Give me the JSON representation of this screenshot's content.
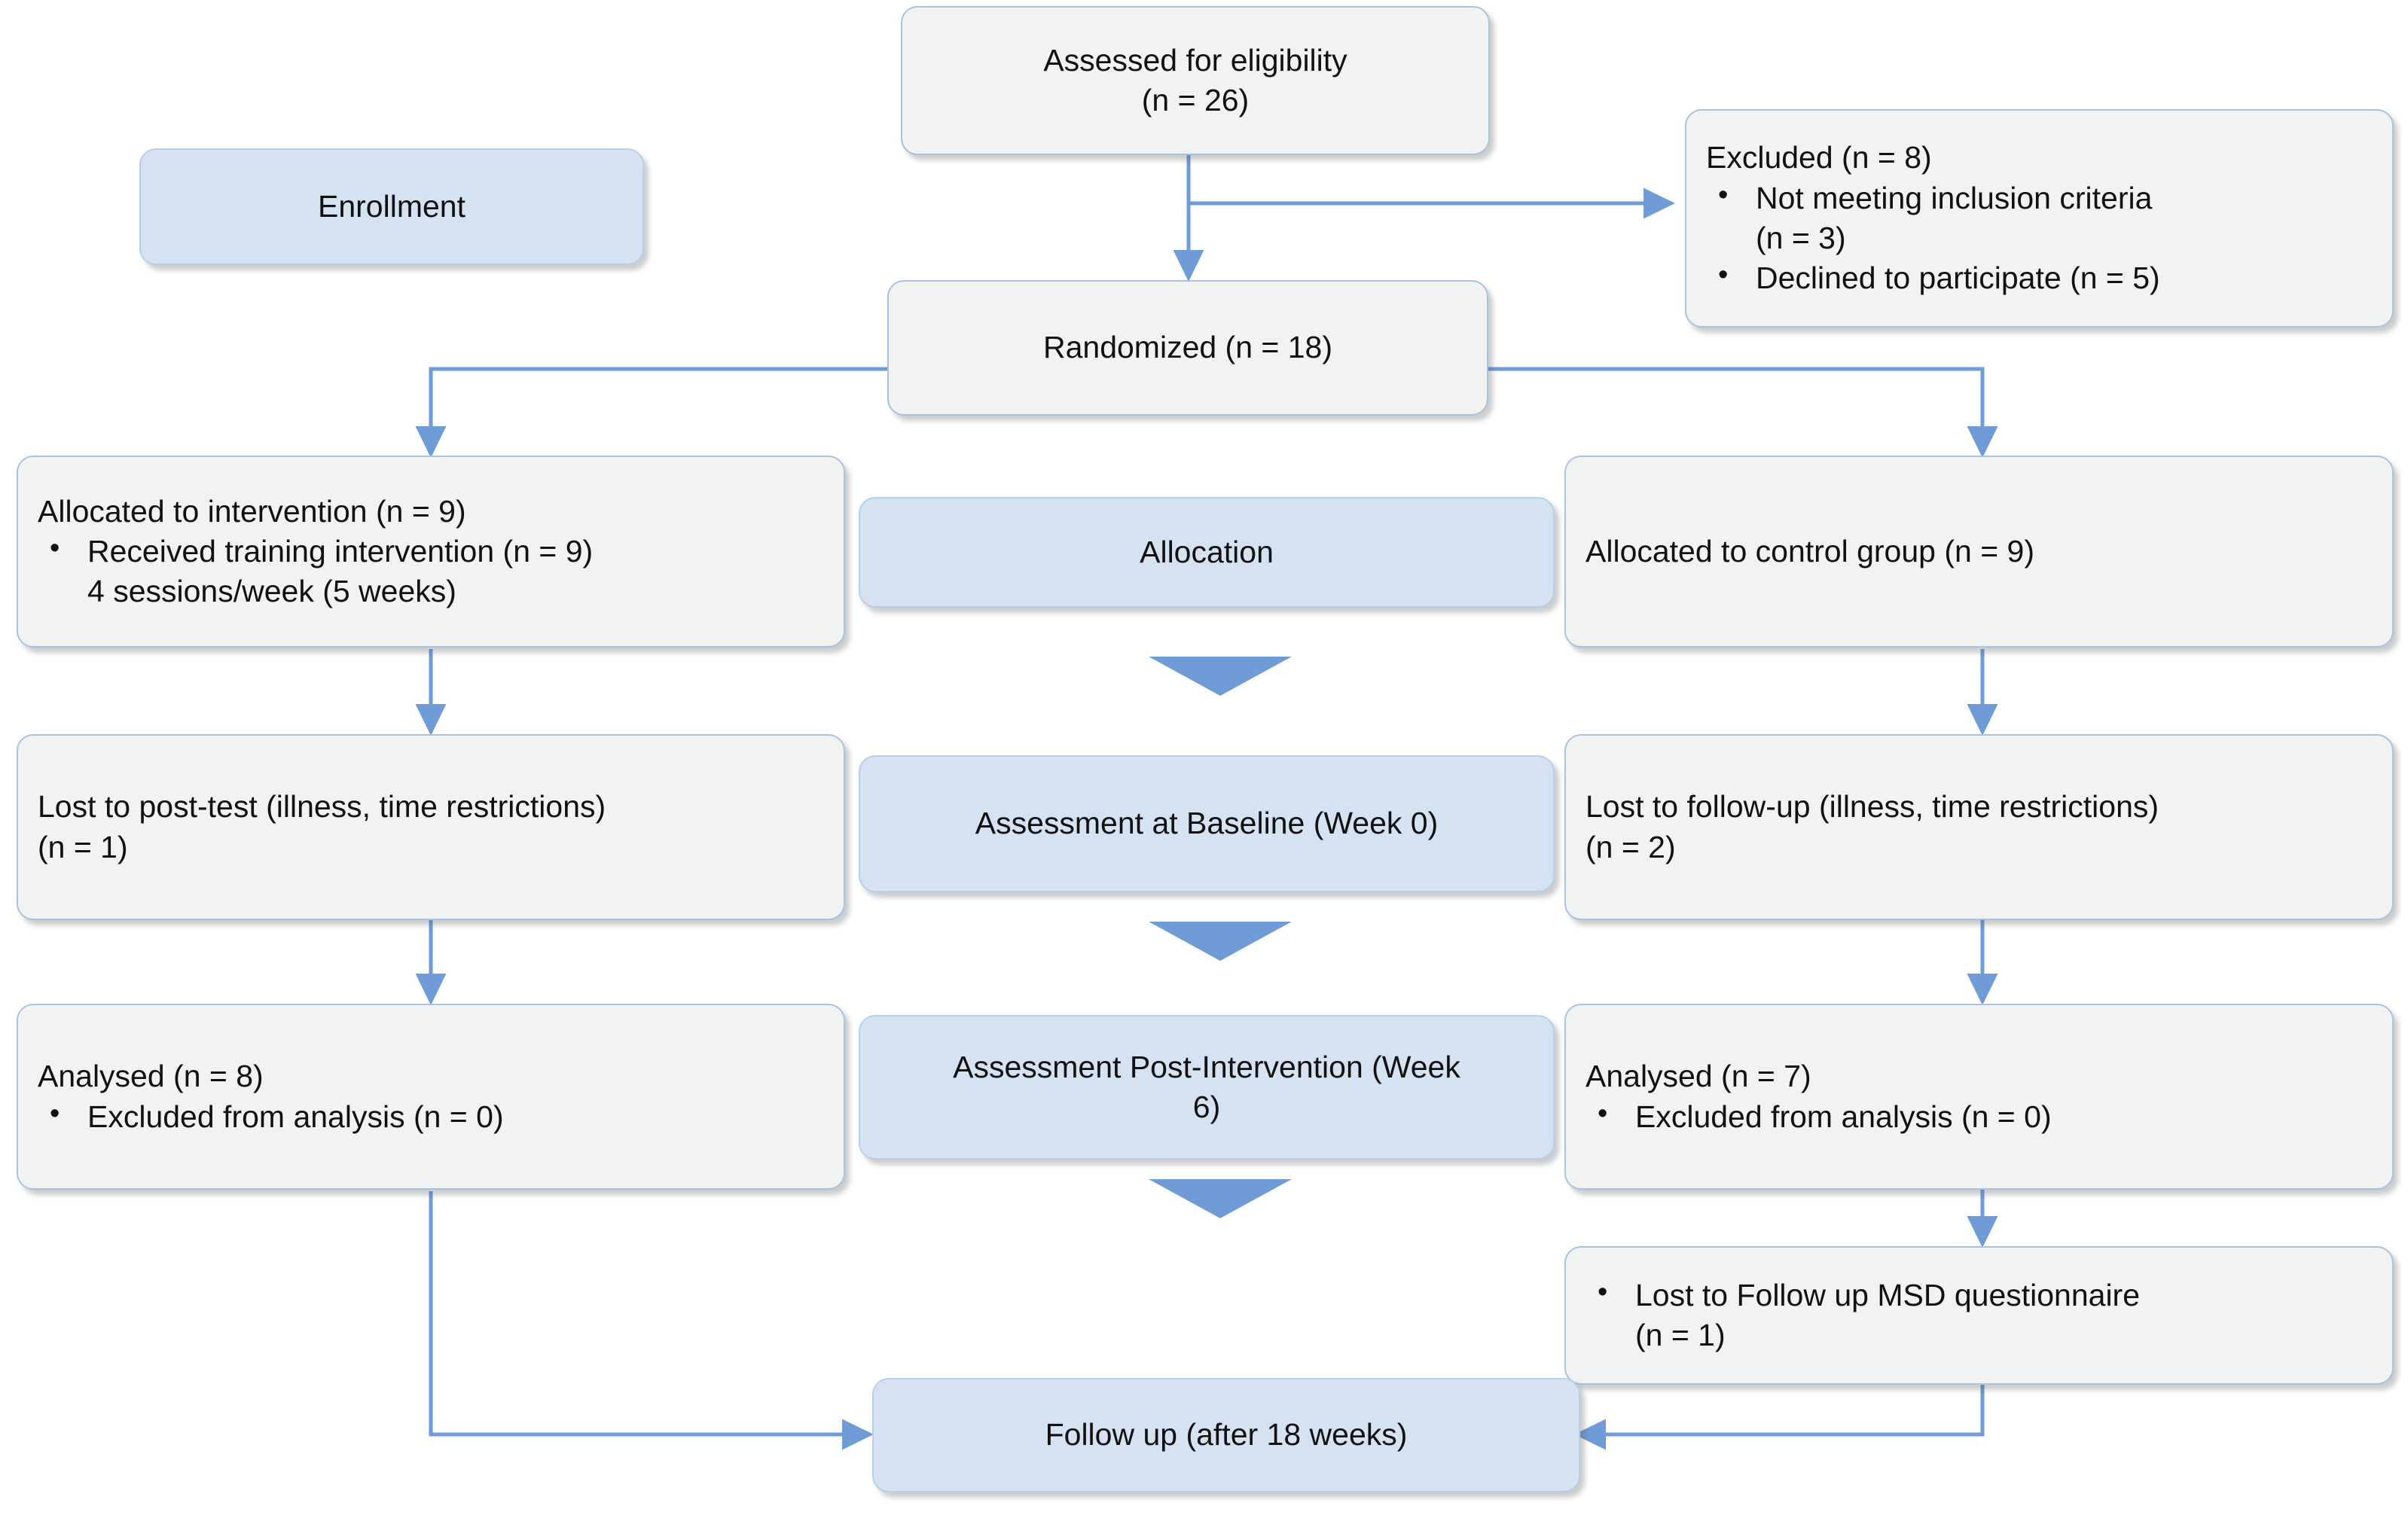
{
  "diagram": {
    "title": "CONSORT participant flow diagram",
    "colors": {
      "connector": "#6f9bd6",
      "stage_fill": "#d5e2f2",
      "node_fill": "#f1f2f2",
      "node_border": "#a8c3e2",
      "text": "#111111"
    }
  },
  "nodes": {
    "assessed": {
      "line1": "Assessed for eligibility",
      "line2": "(n = 26)"
    },
    "enrollment_stage": {
      "label": "Enrollment"
    },
    "excluded": {
      "heading": "Excluded (n = 8)",
      "bullets": [
        "Not meeting inclusion criteria",
        "Declined to participate (n = 5)"
      ],
      "bullet1_continuation": "(n = 3)"
    },
    "randomized": {
      "label": "Randomized (n = 18)"
    },
    "allocated_intervention": {
      "heading": "Allocated to intervention (n = 9)",
      "bullet": "Received training intervention (n = 9)",
      "bullet_continuation": "4 sessions/week (5 weeks)"
    },
    "allocation_stage": {
      "label": "Allocation"
    },
    "allocated_control": {
      "label": "Allocated to control group (n = 9)"
    },
    "lost_post_test": {
      "line1": "Lost to post-test (illness, time restrictions)",
      "line2": "(n = 1)"
    },
    "baseline_stage": {
      "label": "Assessment at Baseline (Week 0)"
    },
    "lost_follow_up": {
      "line1": "Lost to follow-up (illness, time restrictions)",
      "line2": "(n = 2)"
    },
    "analysed_left": {
      "heading": "Analysed (n = 8)",
      "bullet": "Excluded from analysis (n = 0)"
    },
    "post_intervention_stage": {
      "line1": "Assessment Post-Intervention (Week",
      "line2": "6)"
    },
    "analysed_right": {
      "heading": "Analysed (n = 7)",
      "bullet": "Excluded from analysis (n = 0)"
    },
    "lost_msd": {
      "bullet": "Lost to Follow up MSD questionnaire",
      "bullet_continuation": "(n = 1)"
    },
    "follow_up": {
      "label": "Follow up (after 18 weeks)"
    }
  },
  "flow": {
    "edges": [
      {
        "from": "assessed",
        "to": "excluded",
        "kind": "elbow-right"
      },
      {
        "from": "assessed",
        "to": "randomized",
        "kind": "straight-down"
      },
      {
        "from": "randomized",
        "to": "allocated_intervention",
        "kind": "elbow-left-down"
      },
      {
        "from": "randomized",
        "to": "allocated_control",
        "kind": "elbow-right-down"
      },
      {
        "from": "allocated_intervention",
        "to": "lost_post_test",
        "kind": "straight-down"
      },
      {
        "from": "allocated_control",
        "to": "lost_follow_up",
        "kind": "straight-down"
      },
      {
        "from": "lost_post_test",
        "to": "analysed_left",
        "kind": "straight-down"
      },
      {
        "from": "lost_follow_up",
        "to": "analysed_right",
        "kind": "straight-down"
      },
      {
        "from": "analysed_right",
        "to": "lost_msd",
        "kind": "straight-down"
      },
      {
        "from": "analysed_left",
        "to": "follow_up",
        "kind": "elbow-down-right"
      },
      {
        "from": "lost_msd",
        "to": "follow_up",
        "kind": "elbow-down-left"
      }
    ],
    "stage_markers": 3
  }
}
